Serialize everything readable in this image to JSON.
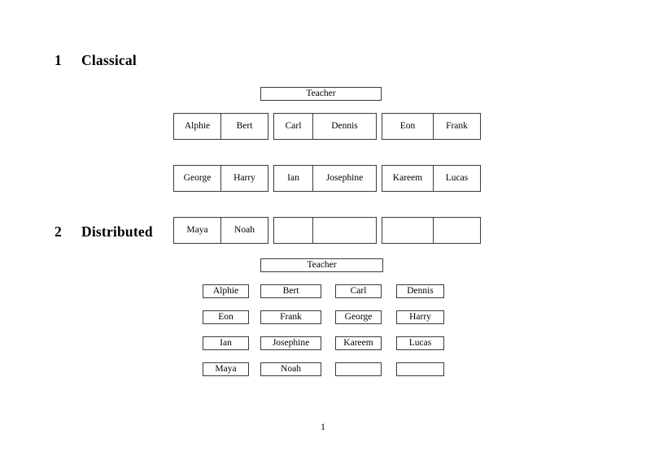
{
  "page": {
    "number": "1",
    "background": "#ffffff",
    "text_color": "#000000",
    "border_color": "#3a3a3a"
  },
  "sections": [
    {
      "number": "1",
      "title": "Classical",
      "teacher_label": "Teacher",
      "layout": "three groups of two columns",
      "groups": [
        {
          "name": "left",
          "rows": [
            [
              "Alphie",
              "Bert"
            ],
            [
              "George",
              "Harry"
            ],
            [
              "Maya",
              "Noah"
            ]
          ]
        },
        {
          "name": "middle",
          "rows": [
            [
              "Carl",
              "Dennis"
            ],
            [
              "Ian",
              "Josephine"
            ],
            [
              "",
              ""
            ]
          ]
        },
        {
          "name": "right",
          "rows": [
            [
              "Eon",
              "Frank"
            ],
            [
              "Kareem",
              "Lucas"
            ],
            [
              "",
              ""
            ]
          ]
        }
      ]
    },
    {
      "number": "2",
      "title": "Distributed",
      "teacher_label": "Teacher",
      "layout": "four columns of single boxes",
      "rows": [
        [
          "Alphie",
          "Bert",
          "Carl",
          "Dennis"
        ],
        [
          "Eon",
          "Frank",
          "George",
          "Harry"
        ],
        [
          "Ian",
          "Josephine",
          "Kareem",
          "Lucas"
        ],
        [
          "Maya",
          "Noah",
          "",
          ""
        ]
      ]
    }
  ]
}
